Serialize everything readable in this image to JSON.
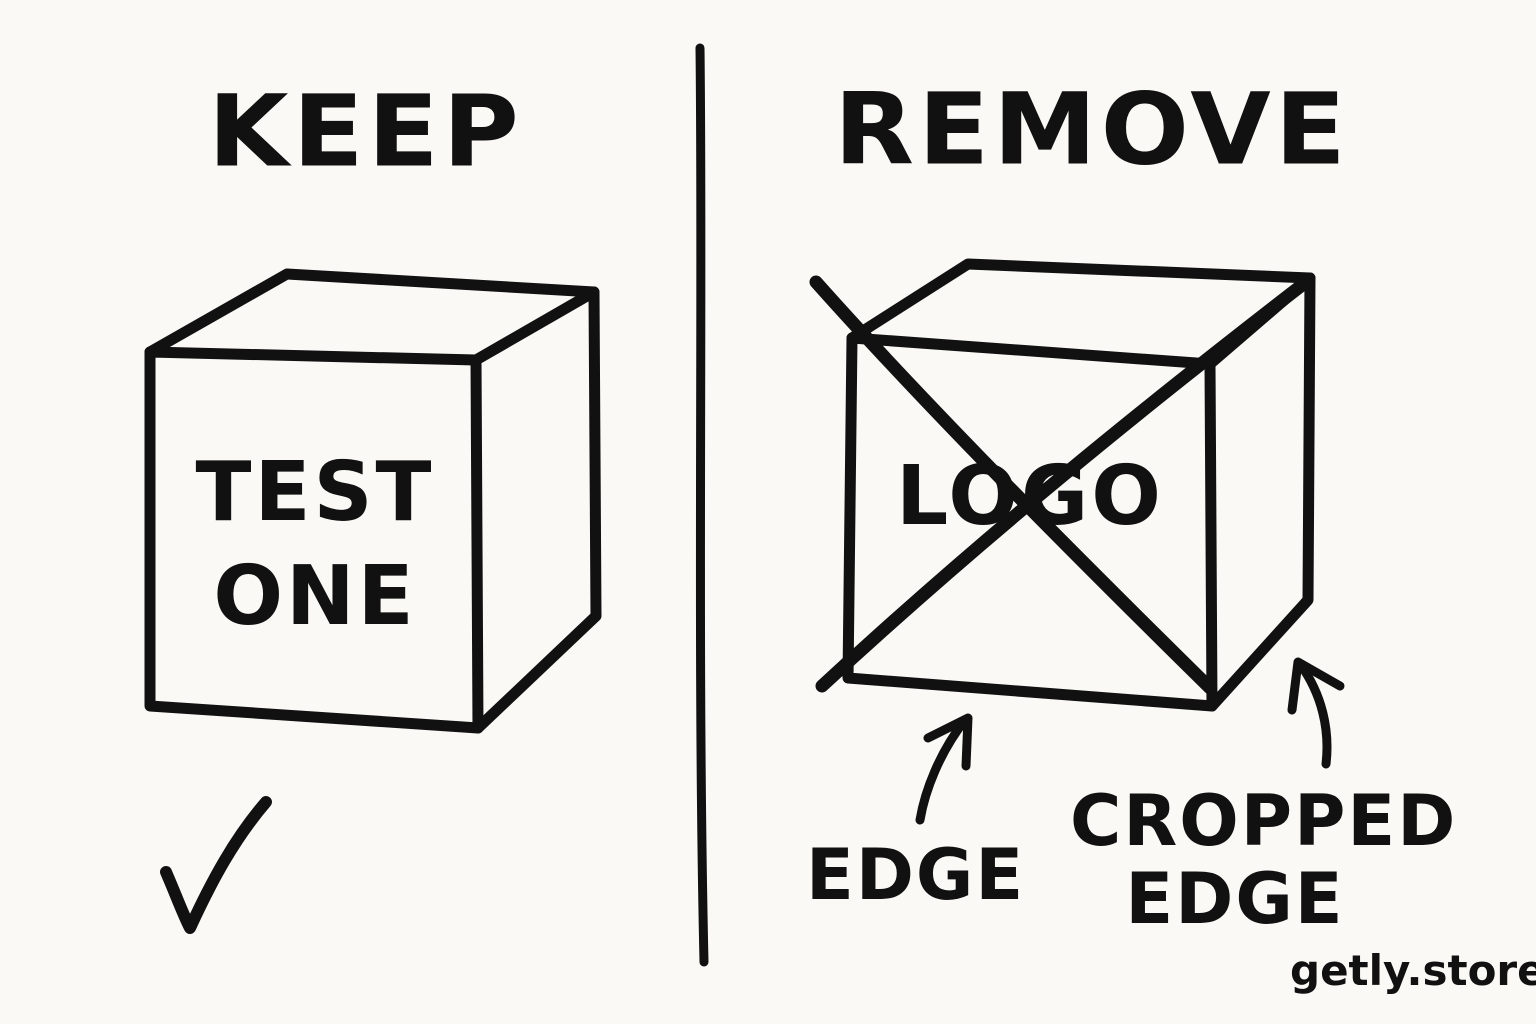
{
  "headings": {
    "keep": "KEEP",
    "remove": "REMOVE"
  },
  "keep_box": {
    "line1": "TEST",
    "line2": "ONE"
  },
  "remove_box": {
    "text": "LOGO"
  },
  "callouts": {
    "edge": "EDGE",
    "cropped_line1": "CROPPED",
    "cropped_line2": "EDGE"
  },
  "watermark": "getly.store",
  "colors": {
    "ink": "#111111",
    "paper": "#faf9f5"
  },
  "icons": {
    "keep_mark": "checkmark-icon",
    "remove_mark": "cross-out-x-icon"
  }
}
